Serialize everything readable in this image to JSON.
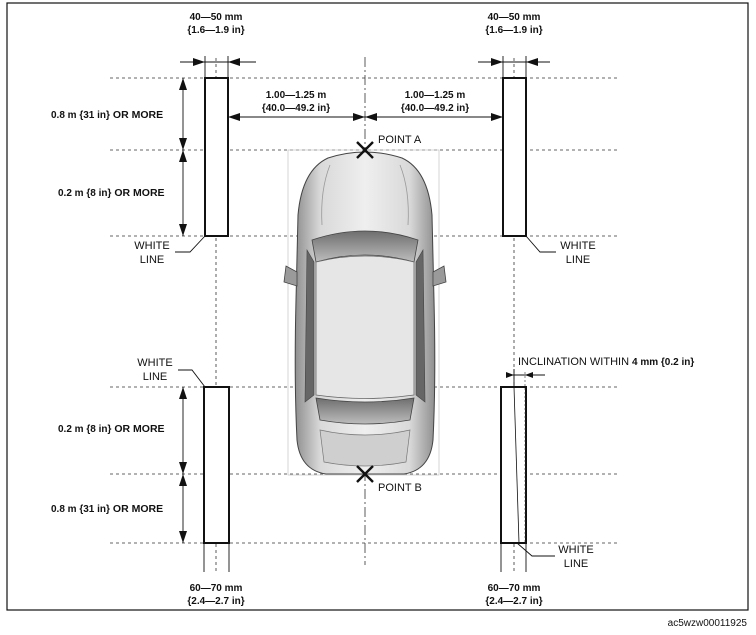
{
  "labels": {
    "strip_width_top": "40—50 mm",
    "strip_width_top_in": "{1.6—1.9 in}",
    "offset_to_center": "1.00—1.25 m",
    "offset_to_center_in": "{40.0—49.2 in}",
    "gap_08_bold": "0.8 m {31 in}",
    "gap_02_bold": "0.2 m {8 in}",
    "or_more": "OR MORE",
    "white": "WHITE",
    "line": "LINE",
    "point_a": "POINT A",
    "point_b": "POINT B",
    "inclination": "INCLINATION WITHIN",
    "inclination_value": "4 mm {0.2 in}",
    "strip_width_bottom": "60—70 mm",
    "strip_width_bottom_in": "{2.4—2.7 in}",
    "figure_code": "ac5wzw00011925"
  },
  "colors": {
    "line": "#111111",
    "car_body": "#c8c8c8",
    "car_dark": "#5a5a5a",
    "background": "#ffffff"
  },
  "icons": {
    "point_marker": "x-cross-icon",
    "vehicle": "car-top-view-icon"
  }
}
